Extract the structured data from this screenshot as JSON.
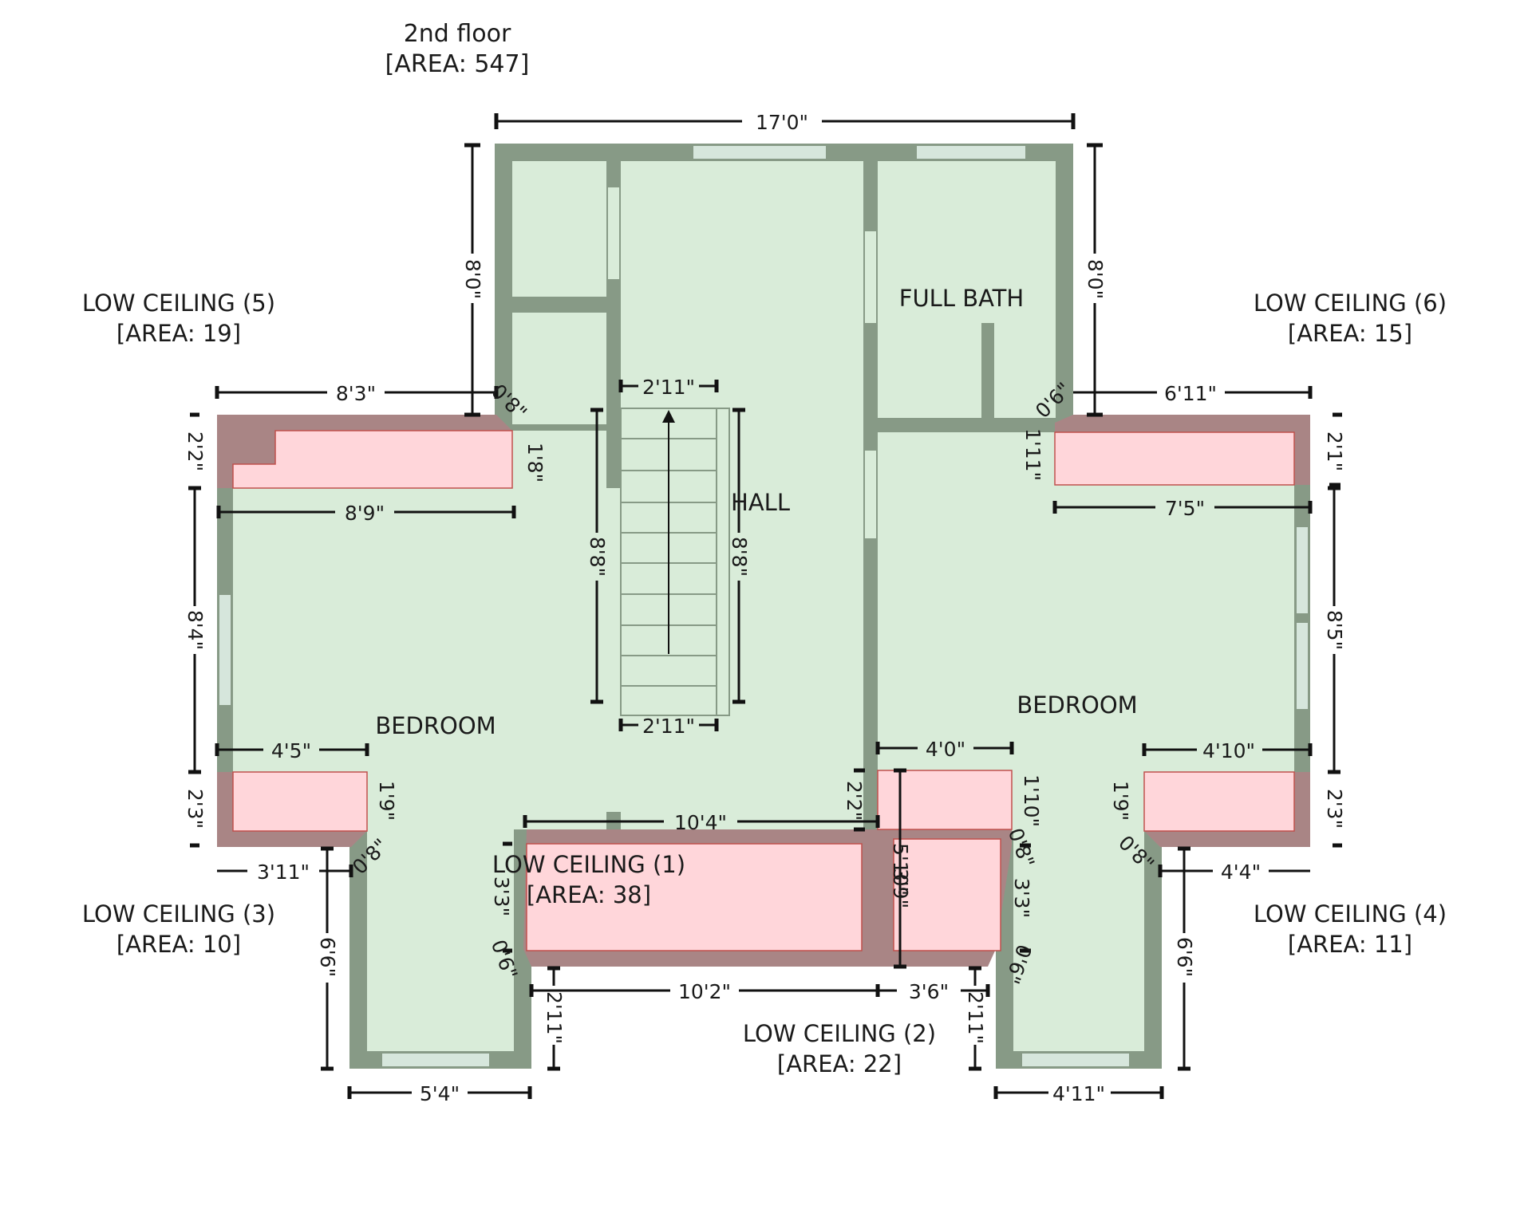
{
  "floor": {
    "name": "2nd floor",
    "area": "[AREA: 547]"
  },
  "rooms": {
    "hall": "HALL",
    "full_bath": "FULL BATH",
    "bedroom_left": "BEDROOM",
    "bedroom_right": "BEDROOM"
  },
  "low_ceilings": {
    "lc1": {
      "name": "LOW CEILING (1)",
      "area": "[AREA: 38]"
    },
    "lc2": {
      "name": "LOW CEILING (2)",
      "area": "[AREA: 22]"
    },
    "lc3": {
      "name": "LOW CEILING (3)",
      "area": "[AREA: 10]"
    },
    "lc4": {
      "name": "LOW CEILING (4)",
      "area": "[AREA: 11]"
    },
    "lc5": {
      "name": "LOW CEILING (5)",
      "area": "[AREA: 19]"
    },
    "lc6": {
      "name": "LOW CEILING (6)",
      "area": "[AREA: 15]"
    }
  },
  "dimensions": {
    "top_width": "17'0\"",
    "left_upper_height": "8'0\"",
    "right_upper_height": "8'0\"",
    "lc5_width": "8'3\"",
    "lc5_corner": "0'8\"",
    "lc5_depth": "1'8\"",
    "lc5_height": "2'2\"",
    "bed_left_top_width": "8'9\"",
    "bed_left_height": "8'4\"",
    "stair_top": "2'11\"",
    "stair_bottom": "2'11\"",
    "stair_left_height": "8'8\"",
    "stair_right_height": "8'8\"",
    "lc6_corner": "0'6\"",
    "lc6_width": "6'11\"",
    "lc6_depth": "1'11\"",
    "lc6_height": "2'1\"",
    "bed_right_top_width": "7'5\"",
    "bed_right_height": "8'5\"",
    "lc3_top_width": "4'5\"",
    "lc3_height": "2'3\"",
    "lc3_depth": "1'9\"",
    "lc3_bottom_width": "3'11\"",
    "lc3_corner": "0'8\"",
    "closet_left_height": "6'6\"",
    "closet_left_width": "5'4\"",
    "lc1_width": "10'4\"",
    "lc1_depth": "3'3\"",
    "lc1_corner": "0'6\"",
    "lc1_bottom_width": "10'2\"",
    "lc1_drop": "2'11\"",
    "lc2_top_width": "4'0\"",
    "lc2_left_height": "2'2\"",
    "lc2_mid_height": "5'10\"",
    "lc2_mid_height_b": "3'9\"",
    "lc2_depth": "1'10\"",
    "lc2_corner": "0'8\"",
    "lc2_depth_b": "3'3\"",
    "lc2_corner_b": "0'6\"",
    "lc2_bottom_width": "3'6\"",
    "lc2_drop": "2'11\"",
    "lc4_top_width": "4'10\"",
    "lc4_depth": "1'9\"",
    "lc4_height": "2'3\"",
    "lc4_corner": "0'8\"",
    "lc4_bottom_width": "4'4\"",
    "closet_right_height": "6'6\"",
    "closet_right_width": "4'11\""
  },
  "colors": {
    "wall": "#879a86",
    "floor": "#d9ecd9",
    "low_ceiling": "#ffd6da",
    "low_ceiling_wall": "#a98585",
    "window": "#d6e6dc"
  }
}
